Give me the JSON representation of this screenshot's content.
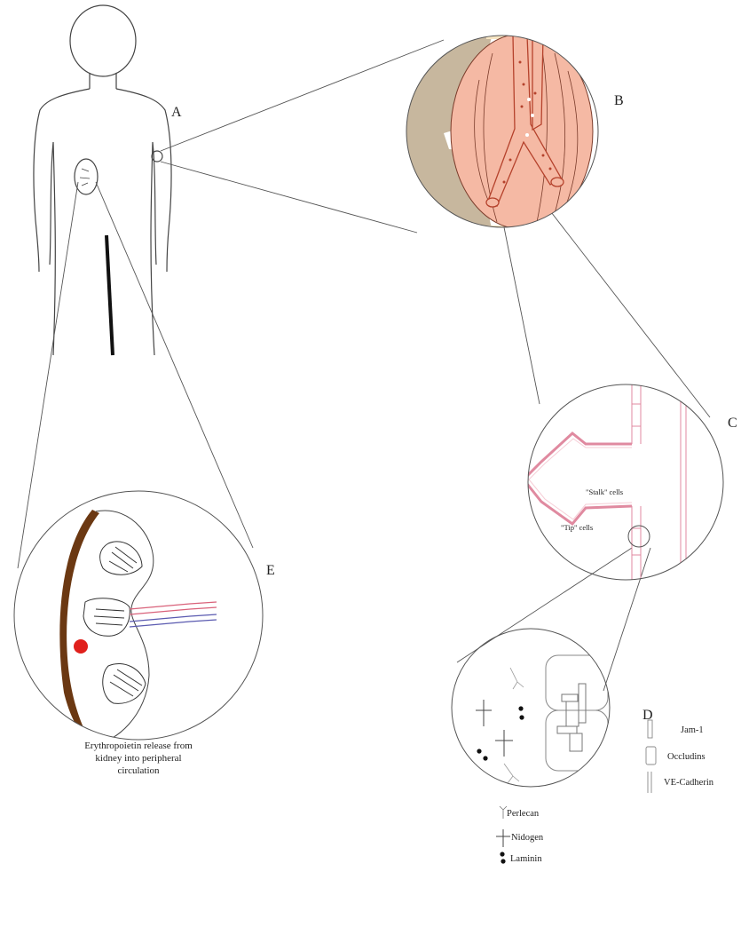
{
  "panels": {
    "a": "A",
    "b": "B",
    "c": "C",
    "d": "D",
    "e": "E"
  },
  "panel_c": {
    "stalk_label": "\"Stalk\" cells",
    "tip_label": "\"Tip\" cells"
  },
  "panel_e": {
    "caption_lines": [
      "Erythropoietin release from",
      "kidney into peripheral",
      "circulation"
    ]
  },
  "legend_junctions": [
    {
      "label": "Jam-1"
    },
    {
      "label": "Occludins"
    },
    {
      "label": "VE-Cadherin"
    }
  ],
  "legend_matrix": [
    {
      "label": "Perlecan"
    },
    {
      "label": "Nidogen"
    },
    {
      "label": "Laminin"
    }
  ],
  "colors": {
    "tissue_pink": "#f5b9a4",
    "bone_tan": "#c7b79e",
    "cap_cream": "#f7e6c4",
    "vessel_red": "#b5422c",
    "capsule_brown": "#6b3812",
    "epo_red": "#e0201c",
    "artery_red": "#d9627a",
    "vein_blue": "#5a5ab0"
  }
}
